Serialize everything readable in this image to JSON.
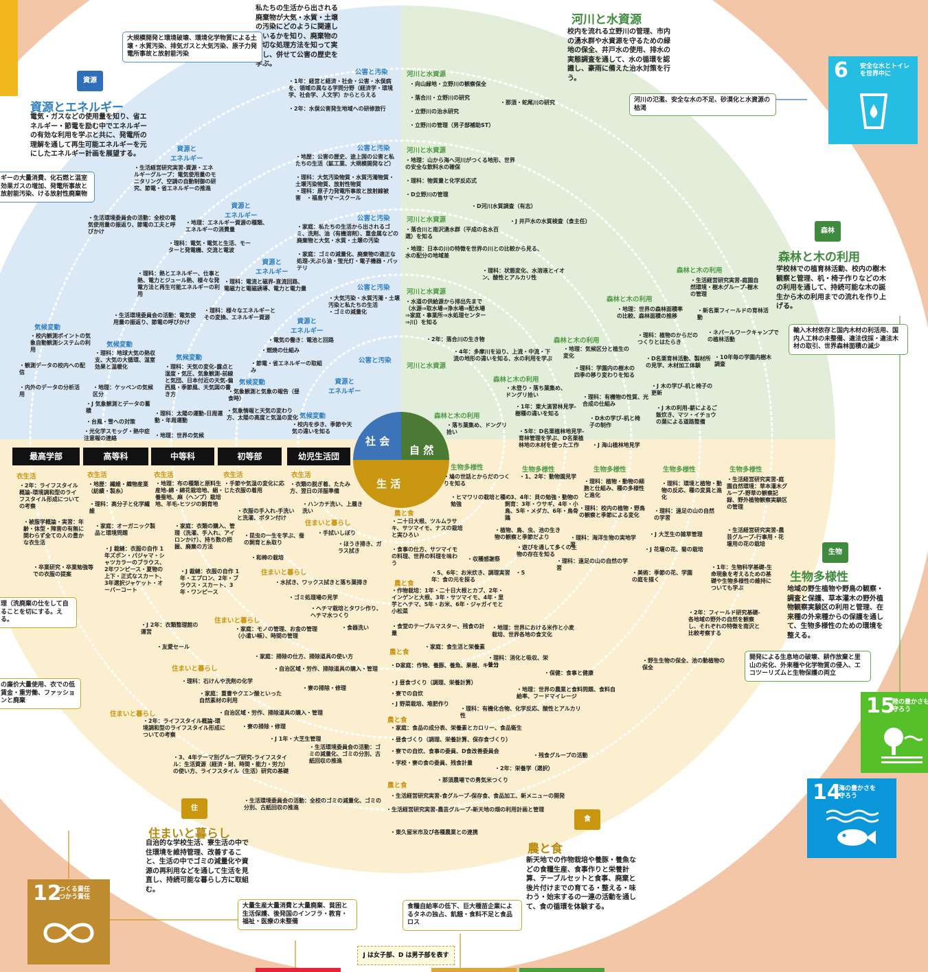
{
  "center": {
    "society": "社 会",
    "nature": "自 然",
    "life": "生 活"
  },
  "levels": [
    "最高学部",
    "高等科",
    "中等科",
    "初等部",
    "幼児生活団"
  ],
  "legend": "J は女子部、D は男子部を表す",
  "sdgs": {
    "6": {
      "num": "6",
      "label": "安全な水とトイレ\nを世界中に"
    },
    "12": {
      "num": "12",
      "label": "つくる責任\nつかう責任"
    },
    "14": {
      "num": "14",
      "label": "海の豊かさを\n守ろう"
    },
    "15": {
      "num": "15",
      "label": "陸の豊かさも\n守ろう"
    }
  },
  "blue": {
    "pollution_caption": "私たちの生活から出される廃棄物が大気・水質・土壌の汚染にどのように関連しているかを知り、廃棄物の適切な処理方法を知って実行し、併せて公害の歴史を学ぶ。",
    "pollution_issue": "大規模開発と環境破壊、環境化学物質による土壌・水質汚染、排気ガスと大気汚染、原子力発電所事故と放射能汚染",
    "badge": "資源",
    "heading": "資源とエネルギー",
    "caption": "電気・ガスなどの使用量を知り、省エネルギー・節電を励む中でエネルギーの有効な利用を学ぶと共に、発電所の理解を通して再生可能エネルギーを元にしたエネルギー計画を展望する。",
    "issue": "ギーの大量消費、化石燃と温室効果ガスの増加、発電所事故と放射能汚染、ける放射性廃棄物",
    "s1": {
      "title": "公害と汚染",
      "text": "・1年：経営と経済・社会・公害・水俣病を、領域の異なる学問分野（経済学・環境学、社会学、人文学）からとらえる\n\n・2年：水俣公害発生地域への研修旅行"
    },
    "s2": {
      "title": "公害と汚染",
      "text": "・地歴：公害の歴史、途上国の公害と私たちの生活（鉱工業、大規模開発など）\n\n・理科：大気汚染物質・水質汚濁物質・土壌汚染物質、放射性物質\n・理科：原子力発電所事故と放射線被害　・福島サマースクール"
    },
    "s3": {
      "title": "公害と汚染",
      "text": "・家庭：私たちの生活から出されるゴミ、洗剤、油（有機溶剤）、重金属などの廃棄物と大気・水質・土壌の汚染\n\n・家庭：ゴミの減量化、廃棄物の適正な処理-天ぷら油・蛍光灯・電子機器・バッテリ"
    },
    "s4": {
      "title": "公害と汚染",
      "text": "・大気汚染・水質汚濁・土壌汚染と私たちの生活\n・ゴミの減量化"
    },
    "s5": {
      "title": "公害と汚染"
    },
    "e1": {
      "title": "資源と\nエネルギー",
      "text": "・生活経営研究実習-資源・エネルギーグループ：電気使用量のモニタリング、空調の自動制御の研究、節電・省エネルギーの推進",
      "text2": "・生活環境委員会の活動：全校の電気使用量の振返り、節電の工夫と呼びかけ"
    },
    "e2": {
      "title": "資源と\nエネルギー",
      "text": "・地理：エネルギー資源の種類、エネルギーの消費量",
      "text2": "・理科：電気・電気と生活、モーターと発電機、交流と電波",
      "text3": "・理科：熱とエネルギー、仕事と熱、電力とジュール熱、様々な発電方法と再生可能エネルギーの利用",
      "text4": "・生活環境委員会の活動：電気使用量の振返り、節電の呼びかけ"
    },
    "e3": {
      "title": "資源と\nエネルギー",
      "text": "・理科：電流と磁界-直流回路、電磁力と電磁誘導、電力と電力量",
      "text2": "・理科：様々なエネルギーとその変換、エネルギー資源"
    },
    "e4": {
      "title": "資源と\nエネルギー",
      "text": "・電気の働き：電池と回路",
      "text2": "・燃焼の仕組み",
      "text3": "・節電・省エネルギーの取組み"
    },
    "e5": {
      "title": "資源と\nエネルギー"
    },
    "c1": {
      "title": "気候変動",
      "text": "・校内観測ポイントの気象自動観測システムの利用",
      "text2": "・観測データの校内への配信",
      "text3": "・内外のデータの分析活用"
    },
    "c2": {
      "title": "気候変動",
      "text": "・理科：地球大気の熱収支、大気の大循環、温室効果と温暖化",
      "text2": "・地理：ケッペンの気候区分",
      "text3": "・J 気象観測とデータの蓄積",
      "text4": "・台風・雪への対策",
      "text5": "・光化学スモッグ・熱中症注意報の連絡"
    },
    "c3": {
      "title": "気候変動",
      "text": "・理科：天気の変化-露点と湿度・気圧、気象観測-前線と気団、日本付近の天気-偏西風・季節風、天気図の書き方",
      "text2": "・理科：太陽の運動-日周運動・年周運動",
      "text3": "・地理：世界の気候"
    },
    "c4": {
      "title": "気候変動",
      "text": "・気象観測と気象の報告（昼食時）",
      "text2": "・気象情報と天気の変わり方、太陽の高度と気温の変化"
    },
    "c5": {
      "title": "気候変動",
      "text": "・校内を歩き、季節や天気の違いを知る"
    }
  },
  "green": {
    "river_heading": "河川と水資源",
    "river_caption": "校内を流れる立野川の管理、市内の湧水群や水資源を守るための緑地の保全、井戸水の使用、排水の実態調査を通して、水の循環を認識し、豪雨に備えた治水対策を行う。",
    "river_issue": "河川の氾濫、安全な水の不足、砂漠化と水資源の枯渇",
    "r1": {
      "title": "河川と水資源",
      "text": "・向山緑地・立野川の観察保全\n\n・落合川・立野川の研究\n\n・立野川の治水研究\n\n・立野川の管理（男子部補助ST）",
      "text2": "・那須・蛇尾川の研究"
    },
    "r2": {
      "title": "河川と水資源",
      "text": "・地理：山から海へ河川がつくる地形、世界の安全な飲料水の確保\n\n・理科：物質量と化学反応式\n\n・D立野川の管理",
      "text2": "・D河川水質調査（有志）"
    },
    "r3": {
      "title": "河川と水資源",
      "text": "・落合川と南沢湧水群（平成の名水百選）を知る",
      "text2": "・J 井戸水の水質検査（食主任）",
      "text3": "・地理：日本の川の特徴を世界の川との比較から見る、水の配分の地域差",
      "text4": "・理科：状態変化、水溶液とイオン、酸性とアルカリ性"
    },
    "r4": {
      "title": "河川と水資源",
      "text": "・水道の供給源から排出先まで（水源⇒取水場⇒浄水場⇒配水場⇒家庭・事業所⇒水処理センター⇒川）を知る",
      "text2": "・2年：落合川の生き物",
      "text3": "・4年：多摩川を辿り、上流・中流・下流の地形の違いを知る、水の利用を学ぶ"
    },
    "r5": {
      "title": "河川と水資源"
    },
    "forest_badge": "森林",
    "forest_heading": "森林と木の利用",
    "forest_caption": "学校林での植育林活動、校内の樹木観察と管理、机・椅子作りなどの木の利用を通して、持続可能な木の誕生から木の利用までの流れを作り上げる。",
    "forest_issue": "輸入木材依存と国内木材の利活用、国内人工林の未整備、違法伐採・違法木材の取引、世界森林面積の減少",
    "f1": {
      "title": "森林と木の利用",
      "text": "・生活経営研究実習-庭園自然環境・樹木グループ-樹木の管理",
      "text2": "・新名栗フィールドの育林活動",
      "text3": "・ネパールワークキャンプでの植林活動",
      "text4": "・10年毎の学園内樹木調査"
    },
    "f2": {
      "title": "森林と木の利用",
      "text": "・地理：世界の森林面積率の比較、森林面積の推移",
      "text2": "・理科：植物のからだのつくりとはたらき",
      "text3": "・D名栗育林活動、製材所の見学、木材加工体験",
      "text4": "・J 木の学び-机と椅子の更新",
      "text5": "・J 木の利用-薪によるご飯炊き、マツ・イチョウの葉による道路整備"
    },
    "f3": {
      "title": "森林と木の利用",
      "text": "・地理：気候区分と植生の変化",
      "text2": "・理科：学園内の樹木の四季の移り変わりを知る",
      "text3": "・理科：有機物の性質、光合成の仕組み",
      "text4": "・D木の学び-机と椅子の制作",
      "text5": "・J 海山植林地見学"
    },
    "f4": {
      "title": "森林と木の利用",
      "text": "・木登り・落ち葉集め、ドングリ拾い",
      "text2": "・1年：東大演習林見学-樹種の違いを知る",
      "text3": "・5年：D名栗植林地見学-育林管理を学ぶ、D名栗植林地の木材を使った工作"
    },
    "f5": {
      "title": "森林と木の利用",
      "text": "・落ち葉集め、ドングリ拾い"
    },
    "b1": {
      "title": "生物多様性",
      "text": "・生活経営研究実習-庭園自然環境：草本灌木グループ-野草の観察記録、野外植物観察実験区の管理",
      "text2": "・生活経営研究実習-農芸グループ-行事用・花壇用の花の栽培",
      "text3": "・1年：生物科学基礎-生命現象を考えるための基礎や生物多様性の維持についても学ぶ",
      "text4": "・2年：フィールド研究基礎-各地域の野外の自然を観察し、それぞれの特徴を南沢と比較考察する",
      "text5": "・野生生物の保全、池の動植物の保全"
    },
    "b2": {
      "title": "生物多様性",
      "text": "・理科：環境と植物・動物の反応、種の変異と進化",
      "text2": "・理科：遠足の山の自然の学習",
      "text3": "・J 大芝生の雑草管理",
      "text4": "・J 花壇の花、菊の栽培",
      "text5": "・美術：季節の花、学園の庭を描く"
    },
    "b3": {
      "title": "生物多様性",
      "text": "・理科：植物・動物の細胞と仕組み、種の多様性と進化",
      "text2": "・理科：校内の植物・野鳥の観察と季節による変化",
      "text3": "・理科：海洋生物の実地学習",
      "text4": "・理科：遠足の山の自然の学習"
    },
    "b4": {
      "title": "生物多様性",
      "text": "・1、2年：動物園見学",
      "text2": "・3、4年：貝の勉強・動物の飼育：3年・ウサギ、4年・小鳥、5年・メダカ、6年・鳥骨鶏",
      "text3": "・植物、鳥、虫、池の生き物の観察と季節だより",
      "text4": "・遊びを通して多くの生物の存在を知る"
    },
    "b5": {
      "title": "生物多様性",
      "text": "・鳩の世話とからだのつくりを知る",
      "text2": "・ヒマワリの栽培と種の勉強"
    },
    "bio_badge": "生物",
    "bio_heading": "生物多様性",
    "bio_caption": "地域の野生植物や野鳥の観察・調査と保護、草本灌木の野外植物観察実験区の利用と管理、在来種の外来種からの保護を通して、生物多様性のための環境を整える。",
    "bio_issue": "開発による生息地の破壊、耕作放棄と里山の劣化、外来種や化学物質の侵入、エコツーリズムと生物保護の両立"
  },
  "gold": {
    "cl1": {
      "title": "衣生活",
      "text": "・2年：ライフスタイル概論-環境調和型のライフスタイル形成についての考察",
      "text2": "・被服学概論・実習：年齢・体型・障害の有無に関わらず全ての人の豊かな衣生活",
      "text3": "・卒業研究・卒業勉強等での衣服の提案"
    },
    "cl2": {
      "title": "衣生活",
      "text": "・地歴：繊維・織物産業（紡績・製糸）",
      "text2": "・理科：高分子と化学繊維",
      "text3": "・家庭：オーガニック製品と環境問題",
      "text4": "・J 裁縫：衣服の自作 1年ズボン・パジャマ・シャツカラーのブラウス、2年ワンピース・夏物の上下・正式なスカート、3年選択ジャケット・オーバーコート",
      "text5": "・J 2年：衣類整理館の運営",
      "text6": "・友愛セール"
    },
    "cl3": {
      "title": "衣生活",
      "text": "・地理：布の種類と原料生産地-綿・綿花栽培地、絹・養蚕地、麻（ヘンプ）栽培地、羊毛-ヒツジの飼育地",
      "text2": "・家庭：衣類の購入、管理（洗濯、手入れ、アイロンかけ）、持ち数の把握、廃棄の方法",
      "text3": "・J 裁縫：衣服の自作 1年・エプロン、2年・ブラウス・スカート、3年・ワンピース"
    },
    "cl4": {
      "title": "衣生活",
      "text": "・手節や気温の変化に応じた衣服の着用",
      "text2": "・衣服の手入れ-手洗いと洗濯、ボタン付け",
      "text3": "・昆虫の一生を学ぶ、蚕の飼育と糸取り",
      "text4": "・和棉の栽培"
    },
    "cl5": {
      "title": "衣生活",
      "text": "・衣類の脱ぎ着、たたみ方、翌日の洋服準備",
      "text2": "・ハンカチ洗い、上履き洗い"
    },
    "h5": {
      "title": "住まいと暮らし",
      "text": "・手拭いしぼり",
      "text2": "・ほうき掃き、ガラス拭き"
    },
    "h4": {
      "title": "住まいと暮らし",
      "text": "・水拭き、ワックス拭きと落ち葉掃き",
      "text2": "・ゴミ処理場の見学",
      "text3": "・ヘチマ栽培とタワシ作り、ヘチマ水つくり",
      "text4": "・食器洗い"
    },
    "h3": {
      "title": "住まいと暮らし",
      "text": "・家庭：モノの管理、お金の管理（小遣い帳）、時間の管理",
      "text2": "・家庭：掃除の仕方、掃除道具の使い方",
      "text3": "・自治区域・労作、掃除道具の購入・管理",
      "text4": "・寮の掃除・修理"
    },
    "h2": {
      "title": "住まいと暮らし",
      "text": "・理科：石けんや洗剤の化学",
      "text2": "・家庭：重曹やクエン酸といった自然素材の利用",
      "text3": "・自治区域・労作、掃除道具の購入・管理",
      "text4": "・寮の掃除・修理",
      "text5": "・J 1年・大芝生管理",
      "text6": "・生活環境委員会の活動：ゴミの減量化、ゴミの分別、古紙回収の推進"
    },
    "h1": {
      "title": "住まいと暮らし",
      "text": "・2年：ライフスタイル概論-環境調和型のライフスタイル形成についての考察",
      "text2": "・3、4年テーマ別グループ研究-ライフスタイル：生活資源（経済・財、時間・能力・労力）の使い方、ライフスタイル（生活）研究の基礎",
      "text3": "・生活環境委員会の活動：全校のゴミの減量化、ゴミの分別、古紙回収の推進"
    },
    "f5": {
      "title": "農と食",
      "text": "・二十日大根、ツルムラサキ、サツマイモ、ナスの栽培と実ひろい",
      "text2": "・食事の仕方、サツマイモの料理、世界の料理を味わう",
      "text3": "・収穫感謝祭"
    },
    "f4": {
      "title": "農と食",
      "text": "・5、6年：お米炊き、調理実習　・5年：食の元を探る",
      "text2": "・作物栽培：1年・二十日大根とカブ、2年・インゲンと大根、3年・サツマイモ、4年・里芋とヘチマ、5年・お米、6年・ジャガイモと小松菜",
      "text3": "・食堂のテーブルマスター、残食の計量",
      "text4": "・地理：世界における米作と小麦栽培、世界各地の食文化"
    },
    "f3": {
      "title": "農と食",
      "text": "・家庭：食生活と栄養素",
      "text2": "・D家庭：作物、養豚、養魚、果樹、キノコ",
      "text3": "・理科：消化と吸収、栄養分",
      "text4": "・J 昼食づくり（調理、栄養計算）",
      "text5": "・保健：食事と健康",
      "text6": "・寮での自炊",
      "text7": "・地理：世界の農業と食料問題、食料自給率、フードマイレージ",
      "text8": "・J 野菜栽培、堆肥作り",
      "text9": "・理科：有機化合物、化学反応、酸性とアルカリ性"
    },
    "f2": {
      "title": "農と食",
      "text": "・家庭：食品の成分表、栄養素とカロリー、食品衛生",
      "text2": "・昼食づくり（調理、栄養計算、保存食づくり）",
      "text3": "・寮での自炊、食事の委員、D食改善委員会",
      "text4": "・残食グループの活動",
      "text5": "・学校・寮の食の委員、残食計量",
      "text6": "・2年：栄養学（選択）"
    },
    "f1": {
      "title": "農と食",
      "text": "・那須農場での勇気米つくり",
      "text2": "・生活経営研究実習-食グループ-保存食、食品加工、新メニューの開発",
      "text3": "・生活経営研究実習-農芸グループ-新天地の畑の利用計画と管理",
      "text4": "・東久留米市及び各種農業との連携"
    },
    "cloth_side": "理（洗廃棄の仕をして自ることを切にする。える。",
    "cloth_issue": "の廉价大量使用、衣での低賃金・重労働、ファッションと廃棄",
    "house_badge": "住",
    "house_heading": "住まいと暮らし",
    "house_caption": "自治的な学校生活、寮生活の中で住環境を維持管理、改善すること、生活の中でゴミの減量化や資源の再利用などを通して生活を見直し、持続可能な暮らし方に取組む。",
    "house_issue": "大量生産大量消費と大量廃棄、貧困と生活保護、後発国のインフラ・教育・福祉・医療の未整備",
    "food_badge": "食",
    "food_heading": "農と食",
    "food_caption": "新天地での作物栽培や養豚・養魚などの食糧生産、食事作りと栄養計算、テーブルセットと食事、廃棄と後片付けまでの育てる・整える・味わう・始末するの一連の活動を通して、食の循環を体験する。",
    "food_issue": "食糧自給率の低下、巨大種苗企業によるタネの独占、飢餓・食料不足と食品ロス"
  }
}
